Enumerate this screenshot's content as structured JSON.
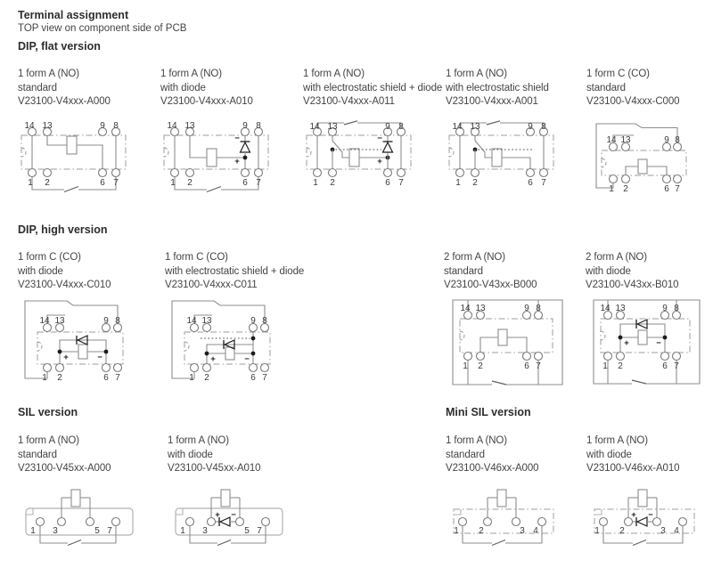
{
  "page": {
    "title": "Terminal assignment",
    "subtitle": "TOP view on component side of PCB"
  },
  "signs": {
    "plus": "+",
    "minus": "−"
  },
  "sections": [
    {
      "heading": "DIP, flat version",
      "variants": [
        {
          "contact": "1 form A (NO)",
          "feature": "standard",
          "part": "V23100-V4xxx-A000",
          "pins": [
            "14",
            "13",
            "9",
            "8",
            "1",
            "2",
            "6",
            "7"
          ]
        },
        {
          "contact": "1 form A (NO)",
          "feature": "with diode",
          "part": "V23100-V4xxx-A010",
          "pins": [
            "14",
            "13",
            "9",
            "8",
            "1",
            "2",
            "6",
            "7"
          ]
        },
        {
          "contact": "1 form A (NO)",
          "feature": "with electrostatic shield + diode",
          "part": "V23100-V4xxx-A011",
          "pins": [
            "14",
            "13",
            "9",
            "8",
            "1",
            "2",
            "6",
            "7"
          ]
        },
        {
          "contact": "1 form A (NO)",
          "feature": "with electrostatic shield",
          "part": "V23100-V4xxx-A001",
          "pins": [
            "14",
            "13",
            "9",
            "8",
            "1",
            "2",
            "6",
            "7"
          ]
        },
        {
          "contact": "1 form C (CO)",
          "feature": "standard",
          "part": "V23100-V4xxx-C000",
          "pins": [
            "14",
            "13",
            "9",
            "8",
            "1",
            "2",
            "6",
            "7"
          ]
        }
      ]
    },
    {
      "heading": "DIP, high version",
      "variants": [
        {
          "contact": "1 form C (CO)",
          "feature": "with diode",
          "part": "V23100-V4xxx-C010",
          "pins": [
            "14",
            "13",
            "9",
            "8",
            "1",
            "2",
            "6",
            "7"
          ]
        },
        {
          "contact": "1 form C (CO)",
          "feature": "with electrostatic shield + diode",
          "part": "V23100-V4xxx-C011",
          "pins": [
            "14",
            "13",
            "9",
            "8",
            "1",
            "2",
            "6",
            "7"
          ]
        },
        {
          "contact": "2 form A (NO)",
          "feature": "standard",
          "part": "V23100-V43xx-B000",
          "pins": [
            "14",
            "13",
            "9",
            "8",
            "1",
            "2",
            "6",
            "7"
          ]
        },
        {
          "contact": "2 form A (NO)",
          "feature": "with diode",
          "part": "V23100-V43xx-B010",
          "pins": [
            "14",
            "13",
            "9",
            "8",
            "1",
            "2",
            "6",
            "7"
          ]
        }
      ]
    },
    {
      "heading": "SIL version",
      "variants": [
        {
          "contact": "1 form A (NO)",
          "feature": "standard",
          "part": "V23100-V45xx-A000",
          "pins": [
            "1",
            "3",
            "5",
            "7"
          ]
        },
        {
          "contact": "1 form A (NO)",
          "feature": "with diode",
          "part": "V23100-V45xx-A010",
          "pins": [
            "1",
            "3",
            "5",
            "7"
          ]
        }
      ]
    },
    {
      "heading": "Mini SIL version",
      "variants": [
        {
          "contact": "1 form A (NO)",
          "feature": "standard",
          "part": "V23100-V46xx-A000",
          "pins": [
            "1",
            "2",
            "3",
            "4"
          ]
        },
        {
          "contact": "1 form A (NO)",
          "feature": "with diode",
          "part": "V23100-V46xx-A010",
          "pins": [
            "1",
            "2",
            "3",
            "4"
          ]
        }
      ]
    }
  ]
}
